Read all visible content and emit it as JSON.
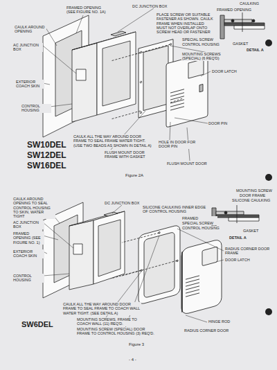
{
  "diagram": {
    "labels": [
      "FRAMED OPENING (SEE FIGURE NO. 1A)",
      "CAULK AROUND OPENING",
      "AC JUNCTION BOX",
      "DC JUNCTION BOX",
      "PLACE SCREW OR SUITABLE FASTENER AS SHOWN. CAULK FRAME WHEN INSTALLED MUST NOT OVERLAP ONTO SCREW HEAD OR FASTENER",
      "CAULKING",
      "FRAMED OPENING",
      "SPECIAL SCREW",
      "CONTROL HOUSING",
      "GASKET",
      "DETAIL A",
      "MOUNTING SCREWS (SPECIAL) (6 REQ'D)",
      "EXTERIOR COACH SKIN",
      "DOOR LATCH",
      "CONTROL HOUSING",
      "DOOR PIN",
      "CAULK ALL THE WAY AROUND DOOR FRAME TO SEAL FRAME WATER TIGHT. (USE TWO BEADS AS SHOWN IN DETAIL A)",
      "FLUSH MOUNT DOOR FRAME WITH GASKET",
      "HOLE IN DOOR FOR DOOR PIN",
      "FLUSH MOUNT DOOR",
      "SW10DEL",
      "SW12DEL",
      "SW16DEL",
      "Figure 2A",
      "CAULK AROUND OPENING TO SEAL CONTROL HOUSING TO SKIN, WATER TIGHT",
      "AC JUNCTION BOX",
      "FRAMED OPENING (SEE FIGURE NO. 1)",
      "EXTERIOR COACH SKIN",
      "DC JUNCTION BOX",
      "MOUNTING SCREW",
      "DOOR FRAME",
      "SILICONE CAULKING",
      "SILICONE CAULKING INNER EDGE OF CONTROL HOUSING",
      "FRAMED OPENING",
      "SPECIAL SCREW",
      "CONTROL HOUSING",
      "GASKET",
      "DETAIL A",
      "CONTROL HOUSING",
      "RADIUS CORNER DOOR FRAME",
      "DOOR LATCH",
      "CAULK ALL THE WAY AROUND DOOR FRAME TO SEAL FRAME TO COACH WALL WATER TIGHT. (SEE DETAIL A)",
      "MOUNTING SCREWS, FRAME TO COACH WALL (11) REQ'D.",
      "MOUNTING SCREW (SPECIAL) DOOR FRAME TO CONTROL HOUSING (3) REQ'D.",
      "HINGE ROD",
      "RADIUS CORNER DOOR",
      "SW6DEL",
      "Figure 3",
      "- 4 -"
    ]
  }
}
